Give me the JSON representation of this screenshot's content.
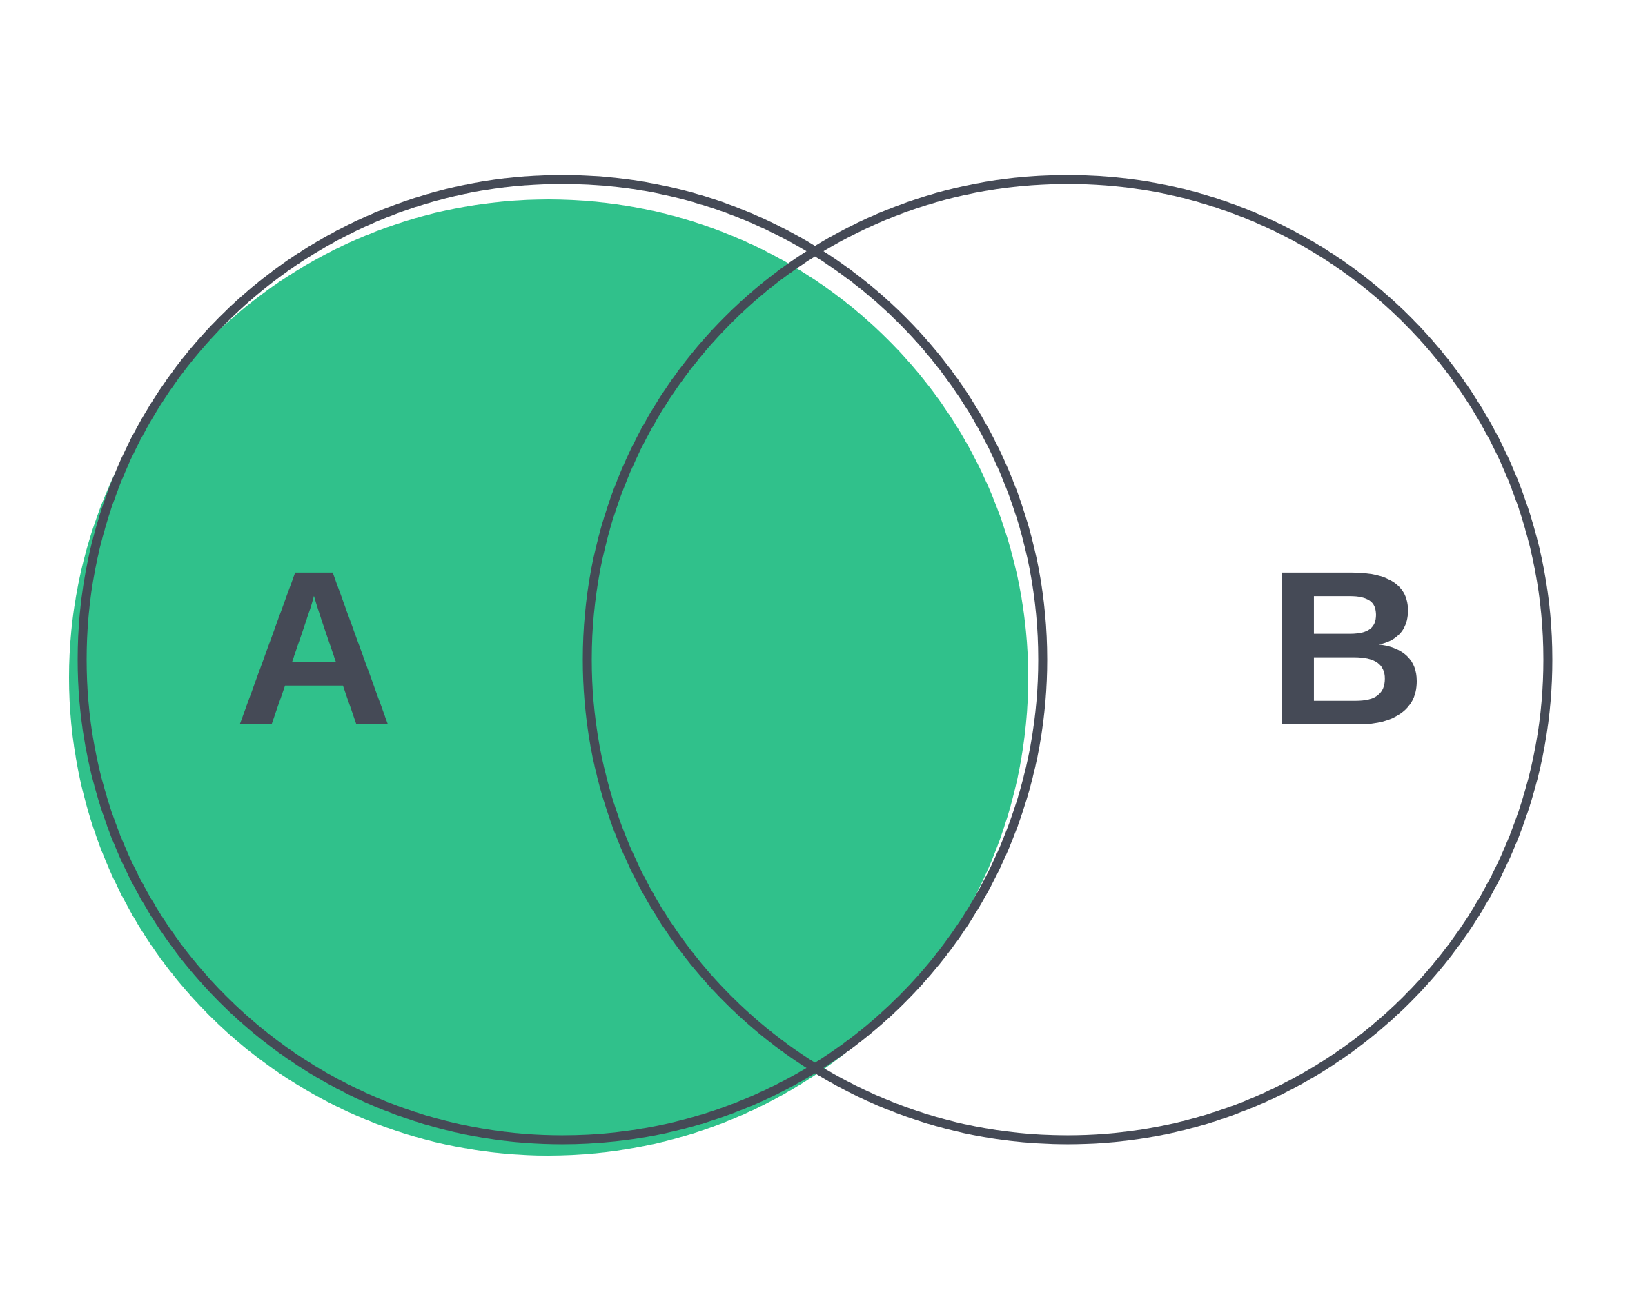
{
  "diagram": {
    "type": "venn",
    "highlighted_set": "A",
    "sets": [
      {
        "id": "A",
        "label": "A"
      },
      {
        "id": "B",
        "label": "B"
      }
    ]
  },
  "colors": {
    "fill": "#30C18B",
    "outline": "#454A56",
    "label": "#454A56",
    "background": "#FFFFFF"
  }
}
